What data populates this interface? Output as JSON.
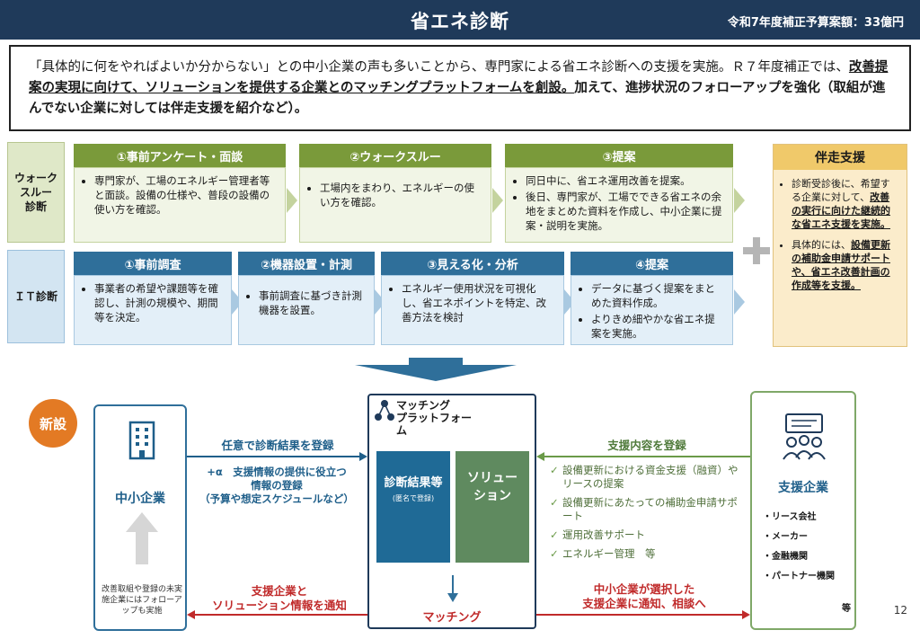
{
  "header": {
    "title": "省エネ診断",
    "budget": "令和7年度補正予算案額：33億円"
  },
  "intro": {
    "p1": "「具体的に何をやればよいか分からない」との中小企業の声も多いことから、専門家による省エネ診断への支援を実施。Ｒ７年度補正では、",
    "u1": "改善提案の実現に向けて、ソリューションを提供する企業とのマッチングプラットフォームを創設。",
    "b1": "加えて、進捗状況のフォローアップを強化（取組が進んでない企業に対しては伴走支援を紹介など）。"
  },
  "walkthrough": {
    "label": "ウォーク\nスルー\n診断",
    "steps": [
      {
        "title": "①事前アンケート・面談",
        "items": [
          "専門家が、工場のエネルギー管理者等と面談。設備の仕様や、普段の設備の使い方を確認。"
        ]
      },
      {
        "title": "②ウォークスルー",
        "items": [
          "工場内をまわり、エネルギーの使い方を確認。"
        ]
      },
      {
        "title": "③提案",
        "items": [
          "同日中に、省エネ運用改善を提案。",
          "後日、専門家が、工場でできる省エネの余地をまとめた資料を作成し、中小企業に提案・説明を実施。"
        ]
      }
    ]
  },
  "it_diag": {
    "label": "ＩＴ診断",
    "steps": [
      {
        "title": "①事前調査",
        "items": [
          "事業者の希望や課題等を確認し、計測の規模や、期間等を決定。"
        ]
      },
      {
        "title": "②機器設置・計測",
        "items": [
          "事前調査に基づき計測機器を設置。"
        ]
      },
      {
        "title": "③見える化・分析",
        "items": [
          "エネルギー使用状況を可視化し、省エネポイントを特定、改善方法を検討"
        ]
      },
      {
        "title": "④提案",
        "items": [
          "データに基づく提案をまとめた資料作成。",
          "よりきめ細やかな省エネ提案を実施。"
        ]
      }
    ]
  },
  "banso": {
    "title": "伴走支援",
    "item1_a": "診断受診後に、希望する企業に対して、",
    "item1_u": "改善の実行に向けた継続的な省エネ支援を実施。",
    "item2_a": "具体的には、",
    "item2_u": "設備更新の補助金申請サポートや、省エネ改善計画の作成等を支援。"
  },
  "new_badge": "新設",
  "sme": {
    "title": "中小企業",
    "note": "改善取組や登録の未実施企業にはフォローアップも実施"
  },
  "platform": {
    "title": "マッチング\nプラットフォー\nム",
    "diag_label": "診断結果等",
    "diag_note": "(匿名で登録)",
    "sol_label": "ソリュー\nション",
    "match_label": "マッチング"
  },
  "flows": {
    "register_diag": "任意で診断結果を登録",
    "register_info": "+α　支援情報の提供に役立つ\n情報の登録\n（予算や想定スケジュールなど）",
    "notify_sme": "支援企業と\nソリューション情報を通知",
    "register_support": "支援内容を登録",
    "notify_support": "中小企業が選択した\n支援企業に通知、相談へ"
  },
  "support_items": [
    "設備更新における資金支援（融資）やリースの提案",
    "設備更新にあたっての補助金申請サポート",
    "運用改善サポート",
    "エネルギー管理　等"
  ],
  "supporter": {
    "title": "支援企業",
    "list": [
      "・リース会社",
      "・メーカー",
      "・金融機関",
      "・パートナー機関"
    ],
    "etc": "等"
  },
  "page_number": "12",
  "colors": {
    "header": "#1f3a5a",
    "walk": "#7a9a3a",
    "it": "#2f6f9a",
    "banso": "#f0c96a",
    "new": "#e37a24",
    "red": "#c02a2a"
  }
}
